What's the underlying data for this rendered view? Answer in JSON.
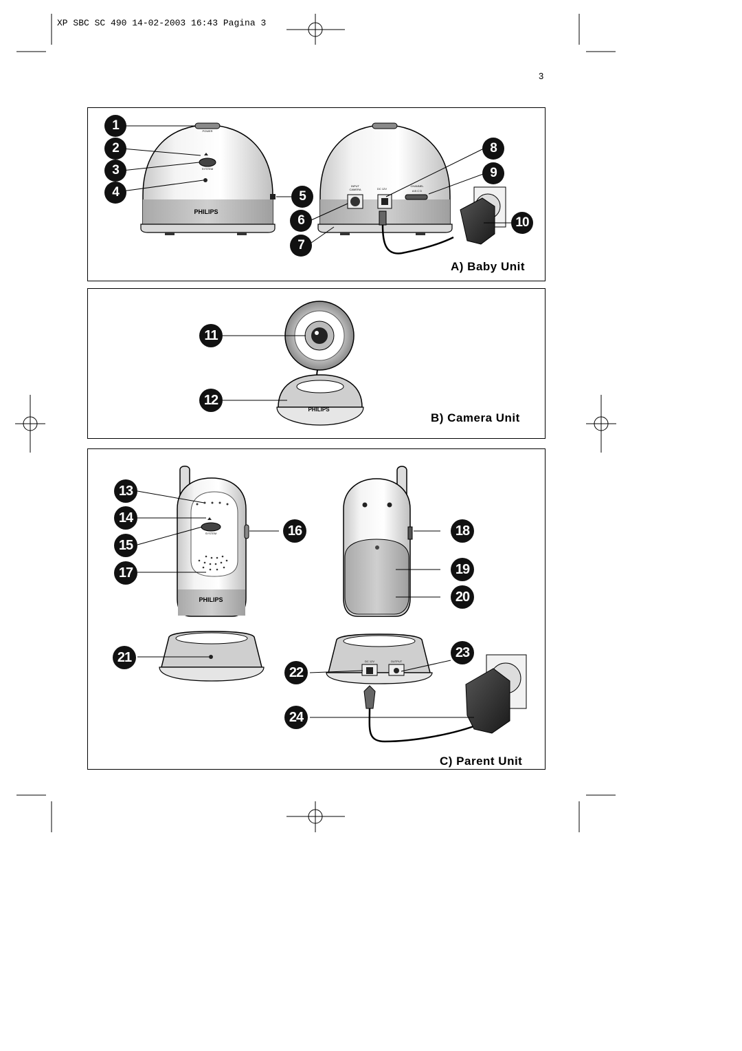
{
  "header": {
    "text": "XP SBC SC 490  14-02-2003 16:43  Pagina 3"
  },
  "page_number": "3",
  "panels": {
    "a": {
      "caption": "A)  Baby Unit"
    },
    "b": {
      "caption": "B)  Camera Unit"
    },
    "c": {
      "caption": "C)  Parent Unit"
    }
  },
  "device_text": {
    "brand": "PHILIPS",
    "power": "POWER",
    "system": "SYSTEM",
    "input_camera_1": "INPUT",
    "input_camera_2": "CAMERA",
    "dc": "DC 12V",
    "channel": "CHANNEL",
    "channel_letters": "A  B  C  D",
    "output": "OUTPUT"
  },
  "callouts": [
    "1",
    "2",
    "3",
    "4",
    "5",
    "6",
    "7",
    "8",
    "9",
    "10",
    "11",
    "12",
    "13",
    "14",
    "15",
    "16",
    "17",
    "18",
    "19",
    "20",
    "21",
    "22",
    "23",
    "24"
  ]
}
